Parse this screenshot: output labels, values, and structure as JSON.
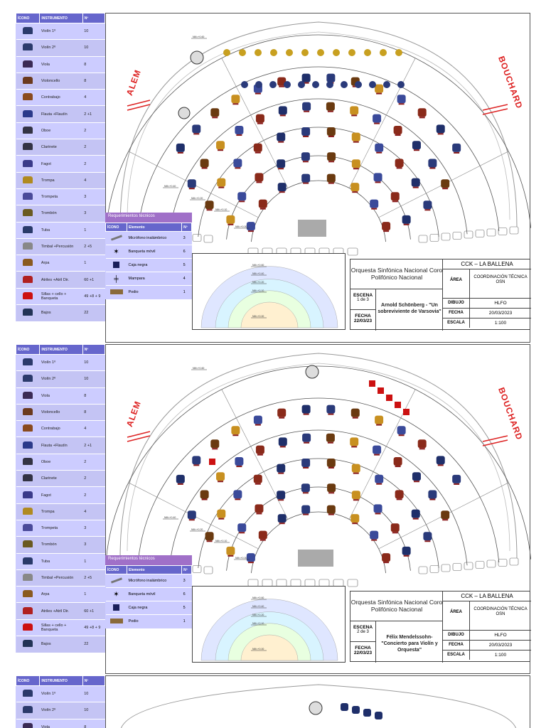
{
  "legend": {
    "headers": [
      "ÍCONO",
      "INSTRUMENTO",
      "Nº"
    ],
    "rows": [
      {
        "icon": "violin-player-icon",
        "name": "Violín 1º",
        "count": "10"
      },
      {
        "icon": "violin-player-icon",
        "name": "Violín 2º",
        "count": "10"
      },
      {
        "icon": "viola-player-icon",
        "name": "Viola",
        "count": "8"
      },
      {
        "icon": "cello-player-icon",
        "name": "Violoncello",
        "count": "8"
      },
      {
        "icon": "double-bass-icon",
        "name": "Contrabajo",
        "count": "4"
      },
      {
        "icon": "flute-player-icon",
        "name": "Flauta +Flautín",
        "count": "2 +1"
      },
      {
        "icon": "oboe-player-icon",
        "name": "Oboe",
        "count": "2"
      },
      {
        "icon": "clarinet-player-icon",
        "name": "Clarinete",
        "count": "2"
      },
      {
        "icon": "bassoon-player-icon",
        "name": "Fagot",
        "count": "2"
      },
      {
        "icon": "horn-player-icon",
        "name": "Trompa",
        "count": "4"
      },
      {
        "icon": "trumpet-player-icon",
        "name": "Trompeta",
        "count": "3"
      },
      {
        "icon": "trombone-player-icon",
        "name": "Trombón",
        "count": "3"
      },
      {
        "icon": "tuba-player-icon",
        "name": "Tuba",
        "count": "1"
      },
      {
        "icon": "timpani-icon",
        "name": "Timbal +Percusión",
        "count": "2 +5"
      },
      {
        "icon": "harp-icon",
        "name": "Arpa",
        "count": "1"
      },
      {
        "icon": "music-stand-icon",
        "name": "Atriles +Atril Dir.",
        "count": "60 +1"
      },
      {
        "icon": "chair-bench-icon",
        "name": "Sillas + cello + Banqueta",
        "count": "49 +8 + 9"
      },
      {
        "icon": "bass-singers-icon",
        "name": "Bajos",
        "count": "22"
      }
    ]
  },
  "tech": {
    "title": "Requerimientos técnicos",
    "headers": [
      "ÍCONO",
      "Elemento",
      "Nº"
    ]
  },
  "sheets": [
    {
      "tech_rows": [
        {
          "icon": "microphone-icon",
          "name": "Micrófono inalámbrico",
          "count": "3"
        },
        {
          "icon": "mobile-stand-icon",
          "name": "Banqueta móvil",
          "count": "6"
        },
        {
          "icon": "black-box-icon",
          "name": "Caja negra",
          "count": "5"
        },
        {
          "icon": "screen-panel-icon",
          "name": "Mampara",
          "count": "4"
        },
        {
          "icon": "podium-icon",
          "name": "Podio",
          "count": "1"
        }
      ],
      "org": "Orquesta Sinfónica Nacional Coro Polifónico Nacional",
      "scene_label": "ESCENA",
      "scene": "1 de 3",
      "date_label": "FECHA",
      "date": "22/03/23",
      "work": "Arnold Schönberg - \"Un sobreviviente de Varsovia\""
    },
    {
      "tech_rows": [
        {
          "icon": "microphone-icon",
          "name": "Micrófono inalámbrico",
          "count": "3"
        },
        {
          "icon": "mobile-stand-icon",
          "name": "Banqueta móvil",
          "count": "6"
        },
        {
          "icon": "black-box-icon",
          "name": "Caja negra",
          "count": "5"
        },
        {
          "icon": "podium-icon",
          "name": "Podio",
          "count": "1"
        }
      ],
      "org": "Orquesta Sinfónica Nacional Coro Polifónico Nacional",
      "scene_label": "ESCENA",
      "scene": "2 de 3",
      "date_label": "FECHA",
      "date": "22/03/23",
      "work": "Félix Mendelssohn- \"Concierto para Violín y Orquesta\""
    }
  ],
  "titleblock": {
    "venue": "CCK – LA BALLENA",
    "area_label": "ÁREA",
    "area": "COORDINACIÓN TÉCNICA OSN",
    "drawing_label": "DIBUJO",
    "drawing": "HLFO",
    "date_label": "FECHA",
    "date": "20/03/2023",
    "scale_label": "ESCALA",
    "scale": "1:100"
  },
  "plan": {
    "left_street": "ALEM",
    "right_street": "BOUCHARD",
    "levels": [
      "NM=+0.60",
      "NM=+0.40",
      "NM=+0.20",
      "NM=+0.10",
      "NM=+0.00"
    ]
  },
  "colors": {
    "accent": "#6666cc",
    "street": "#d22222",
    "tech_header": "#a070c8"
  }
}
